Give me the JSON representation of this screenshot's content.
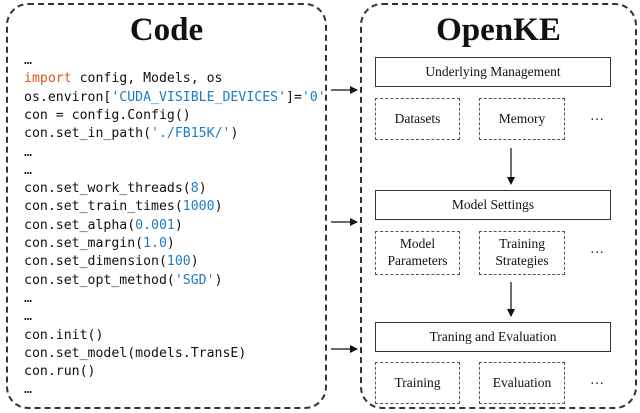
{
  "code_panel": {
    "title": "Code",
    "lines": [
      [
        {
          "t": "…",
          "k": "plain"
        }
      ],
      [
        {
          "t": "import",
          "k": "keyword"
        },
        {
          "t": " config, Models, os",
          "k": "plain"
        }
      ],
      [
        {
          "t": "os.environ[",
          "k": "plain"
        },
        {
          "t": "'CUDA_VISIBLE_DEVICES'",
          "k": "string"
        },
        {
          "t": "]=",
          "k": "plain"
        },
        {
          "t": "'0'",
          "k": "string"
        }
      ],
      [
        {
          "t": "con = config.Config()",
          "k": "plain"
        }
      ],
      [
        {
          "t": "con.set_in_path(",
          "k": "plain"
        },
        {
          "t": "'./FB15K/'",
          "k": "string"
        },
        {
          "t": ")",
          "k": "plain"
        }
      ],
      [
        {
          "t": "…",
          "k": "plain"
        }
      ],
      [
        {
          "t": "…",
          "k": "plain"
        }
      ],
      [
        {
          "t": "con.set_work_threads(",
          "k": "plain"
        },
        {
          "t": "8",
          "k": "number"
        },
        {
          "t": ")",
          "k": "plain"
        }
      ],
      [
        {
          "t": "con.set_train_times(",
          "k": "plain"
        },
        {
          "t": "1000",
          "k": "number"
        },
        {
          "t": ")",
          "k": "plain"
        }
      ],
      [
        {
          "t": "con.set_alpha(",
          "k": "plain"
        },
        {
          "t": "0.001",
          "k": "number"
        },
        {
          "t": ")",
          "k": "plain"
        }
      ],
      [
        {
          "t": "con.set_margin(",
          "k": "plain"
        },
        {
          "t": "1.0",
          "k": "number"
        },
        {
          "t": ")",
          "k": "plain"
        }
      ],
      [
        {
          "t": "con.set_dimension(",
          "k": "plain"
        },
        {
          "t": "100",
          "k": "number"
        },
        {
          "t": ")",
          "k": "plain"
        }
      ],
      [
        {
          "t": "con.set_opt_method(",
          "k": "plain"
        },
        {
          "t": "'SGD'",
          "k": "string"
        },
        {
          "t": ")",
          "k": "plain"
        }
      ],
      [
        {
          "t": "…",
          "k": "plain"
        }
      ],
      [
        {
          "t": "…",
          "k": "plain"
        }
      ],
      [
        {
          "t": "con.init()",
          "k": "plain"
        }
      ],
      [
        {
          "t": "con.set_model(models.TransE)",
          "k": "plain"
        }
      ],
      [
        {
          "t": "con.run()",
          "k": "plain"
        }
      ],
      [
        {
          "t": "…",
          "k": "plain"
        }
      ]
    ]
  },
  "openke_panel": {
    "title": "OpenKE",
    "sections": [
      {
        "header": "Underlying Management",
        "items": [
          "Datasets",
          "Memory"
        ],
        "more": "…"
      },
      {
        "header": "Model Settings",
        "items": [
          "Model\nParameters",
          "Training\nStrategies"
        ],
        "more": "…"
      },
      {
        "header": "Traning and Evaluation",
        "items": [
          "Training",
          "Evaluation"
        ],
        "more": "…"
      }
    ]
  },
  "colors": {
    "keyword": "#e0531b",
    "literal": "#1c7cc9",
    "border": "#333333"
  }
}
